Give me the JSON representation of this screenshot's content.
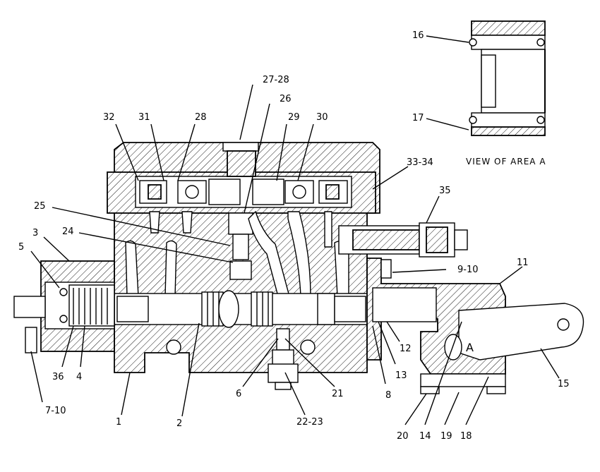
{
  "drawing": {
    "view_caption": "VIEW OF AREA A",
    "area_marker": "A",
    "callouts": [
      {
        "id": "c-16",
        "text": "16"
      },
      {
        "id": "c-17",
        "text": "17"
      },
      {
        "id": "c-27-28",
        "text": "27-28"
      },
      {
        "id": "c-26",
        "text": "26"
      },
      {
        "id": "c-32",
        "text": "32"
      },
      {
        "id": "c-31",
        "text": "31"
      },
      {
        "id": "c-28",
        "text": "28"
      },
      {
        "id": "c-29",
        "text": "29"
      },
      {
        "id": "c-30",
        "text": "30"
      },
      {
        "id": "c-33-34",
        "text": "33-34"
      },
      {
        "id": "c-35",
        "text": "35"
      },
      {
        "id": "c-25",
        "text": "25"
      },
      {
        "id": "c-24",
        "text": "24"
      },
      {
        "id": "c-3",
        "text": "3"
      },
      {
        "id": "c-5",
        "text": "5"
      },
      {
        "id": "c-9-10",
        "text": "9-10"
      },
      {
        "id": "c-11",
        "text": "11"
      },
      {
        "id": "c-36",
        "text": "36"
      },
      {
        "id": "c-4",
        "text": "4"
      },
      {
        "id": "c-12",
        "text": "12"
      },
      {
        "id": "c-13",
        "text": "13"
      },
      {
        "id": "c-15",
        "text": "15"
      },
      {
        "id": "c-7-10",
        "text": "7-10"
      },
      {
        "id": "c-6",
        "text": "6"
      },
      {
        "id": "c-21",
        "text": "21"
      },
      {
        "id": "c-8",
        "text": "8"
      },
      {
        "id": "c-1",
        "text": "1"
      },
      {
        "id": "c-2",
        "text": "2"
      },
      {
        "id": "c-22-23",
        "text": "22-23"
      },
      {
        "id": "c-20",
        "text": "20"
      },
      {
        "id": "c-14",
        "text": "14"
      },
      {
        "id": "c-19",
        "text": "19"
      },
      {
        "id": "c-18",
        "text": "18"
      }
    ]
  }
}
